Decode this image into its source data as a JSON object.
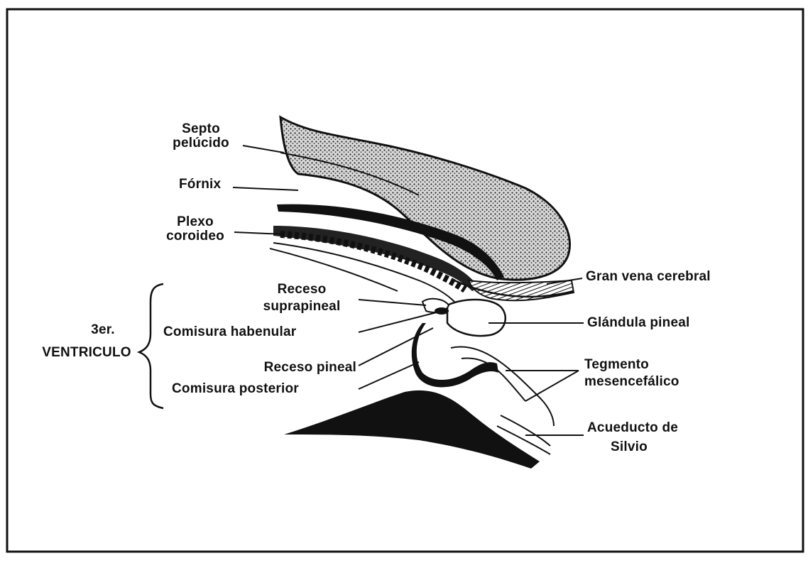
{
  "labels": {
    "septo_line1": "Septo",
    "septo_line2": "pelúcido",
    "fornix": "Fórnix",
    "plexo_line1": "Plexo",
    "plexo_line2": "coroideo",
    "receso_supra_line1": "Receso",
    "receso_supra_line2": "suprapineal",
    "ventriculo_line1": "3er.",
    "ventriculo_line2": "VENTRICULO",
    "comisura_habenular": "Comisura habenular",
    "receso_pineal": "Receso pineal",
    "comisura_posterior": "Comisura posterior",
    "gran_vena": "Gran vena cerebral",
    "glandula_pineal": "Glándula pineal",
    "tegmento_line1": "Tegmento",
    "tegmento_line2": "mesencefálico",
    "acueducto_line1": "Acueducto de",
    "acueducto_line2": "Silvio"
  }
}
